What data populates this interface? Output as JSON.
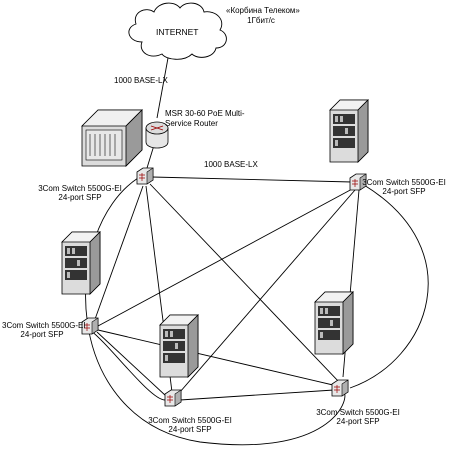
{
  "internet": {
    "label": "INTERNET",
    "isp_name": "«Корбина Телеком»",
    "isp_speed": "1Гбит/с"
  },
  "links": {
    "uplink": "1000 BASE-LX",
    "backbone": "1000 BASE-LX"
  },
  "router": {
    "label_line1": "MSR 30-60 PoE Multi-",
    "label_line2": "Service Router"
  },
  "switches": [
    {
      "id": "top-left",
      "line1": "3Com Switch 5500G-EI",
      "line2": "24-port SFP"
    },
    {
      "id": "top-right",
      "line1": "3Com Switch 5500G-EI",
      "line2": "24-port SFP"
    },
    {
      "id": "mid-left",
      "line1": "3Com Switch 5500G-EI",
      "line2": "24-port SFP"
    },
    {
      "id": "bottom-center",
      "line1": "3Com Switch 5500G-EI",
      "line2": "24-port SFP"
    },
    {
      "id": "bottom-right",
      "line1": "3Com Switch 5500G-EI",
      "line2": "24-port SFP"
    }
  ],
  "colors": {
    "line": "#000000",
    "device_fill": "#e6e6e6",
    "device_dark": "#4a4a4a",
    "cloud_fill": "#ffffff"
  }
}
